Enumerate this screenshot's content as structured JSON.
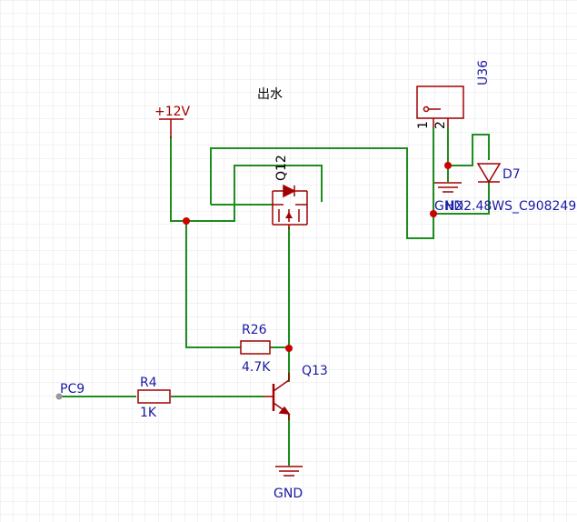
{
  "title": "出水",
  "power": {
    "label": "+12V"
  },
  "mosfet": {
    "ref": "Q12"
  },
  "transistor": {
    "ref": "Q13"
  },
  "resistor_pullup": {
    "ref": "R26",
    "value": "4.7K"
  },
  "resistor_base": {
    "ref": "R4",
    "value": "1K"
  },
  "input_net": {
    "label": "PC9"
  },
  "ground_bottom": {
    "label": "GND"
  },
  "ground_top": {
    "label": "GND"
  },
  "connector": {
    "ref": "U36",
    "part": "HX2.48WS_C908249",
    "pin1": "1",
    "pin2": "2"
  },
  "diode": {
    "ref": "D7"
  },
  "colors": {
    "wire": "#1e8c1e",
    "symbol": "#a10000",
    "junction": "#cc0000",
    "label_blue": "#1a1aa6",
    "grid": "#e6e6e6"
  }
}
